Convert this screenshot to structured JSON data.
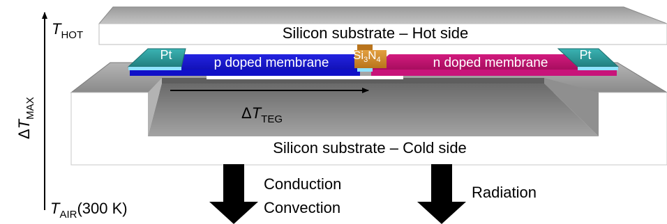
{
  "labels": {
    "hot_substrate": "Silicon substrate – Hot side",
    "cold_substrate": "Silicon substrate – Cold side",
    "p_membrane": "p doped membrane",
    "n_membrane": "n doped membrane",
    "pt_left": "Pt",
    "pt_right": "Pt",
    "si3n4": {
      "si": "Si",
      "sub3": "3",
      "n": "N",
      "sub4": "4"
    },
    "t_hot": {
      "symbol": "T",
      "sub": "HOT"
    },
    "dt_max": {
      "delta": "Δ",
      "symbol": "T",
      "sub": "MAX"
    },
    "dt_teg": {
      "delta": "Δ",
      "symbol": "T",
      "sub": "TEG"
    },
    "t_air": {
      "symbol": "T",
      "sub": "AIR",
      "value": "(300 K)"
    },
    "conduction": "Conduction",
    "convection": "Convection",
    "radiation": "Radiation"
  },
  "colors": {
    "substrate_face": "#ffffff",
    "substrate_top": "#a6a6a6",
    "cavity_side": "#7f7f7f",
    "cavity_floor": "#8c8c8c",
    "p_membrane": "#1a1ad9",
    "n_membrane": "#c0126e",
    "pt_pad": "#2e9a9a",
    "si3n4": "#d08a2a",
    "arrow": "#000000"
  }
}
